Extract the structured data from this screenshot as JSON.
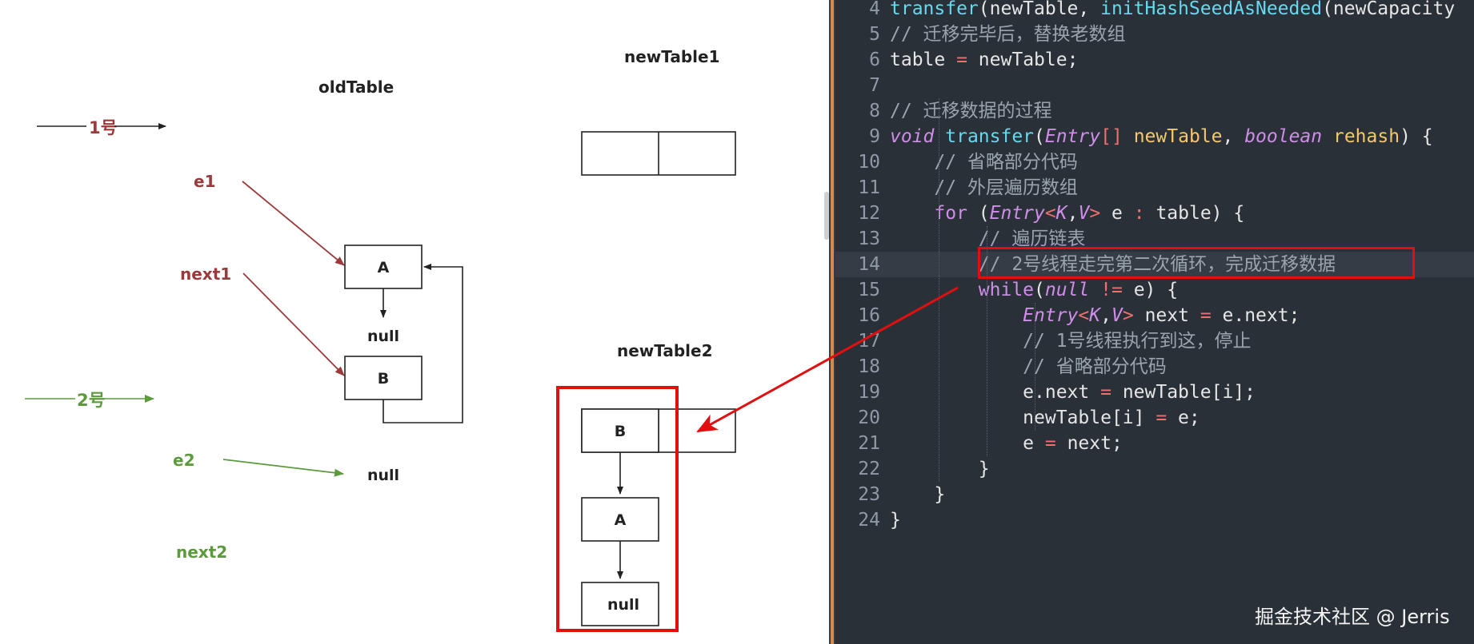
{
  "diagram": {
    "old_table_title": "oldTable",
    "new_table1_title": "newTable1",
    "new_table2_title": "newTable2",
    "thread1_label": "1号",
    "thread2_label": "2号",
    "e1_label": "e1",
    "next1_label": "next1",
    "e2_label": "e2",
    "next2_label": "next2",
    "old_node_a": "A",
    "old_node_null_1": "null",
    "old_node_b": "B",
    "old_null_2": "null",
    "new2_node_b": "B",
    "new2_node_a": "A",
    "new2_node_null": "null",
    "colors": {
      "thread1": "#9b3a3a",
      "thread2": "#5c9a3c",
      "highlight": "#e01010"
    }
  },
  "editor": {
    "active_line": "14",
    "lines": [
      {
        "n": "4",
        "parts": [
          [
            "fn",
            "transfer"
          ],
          [
            "def",
            "(newTable, "
          ],
          [
            "fn",
            "initHashSeedAsNeeded"
          ],
          [
            "def",
            "(newCapacity"
          ]
        ]
      },
      {
        "n": "5",
        "parts": [
          [
            "cm",
            "// 迁移完毕后，替换老数组"
          ]
        ]
      },
      {
        "n": "6",
        "parts": [
          [
            "def",
            "table "
          ],
          [
            "op",
            "="
          ],
          [
            "def",
            " newTable;"
          ]
        ]
      },
      {
        "n": "7",
        "parts": []
      },
      {
        "n": "8",
        "parts": [
          [
            "cm",
            "// 迁移数据的过程"
          ]
        ]
      },
      {
        "n": "9",
        "parts": [
          [
            "kw",
            "void"
          ],
          [
            "def",
            " "
          ],
          [
            "fn",
            "transfer"
          ],
          [
            "def",
            "("
          ],
          [
            "ty",
            "Entry"
          ],
          [
            "op",
            "[]"
          ],
          [
            "def",
            " "
          ],
          [
            "par",
            "newTable"
          ],
          [
            "def",
            ", "
          ],
          [
            "kw",
            "boolean"
          ],
          [
            "def",
            " "
          ],
          [
            "par",
            "rehash"
          ],
          [
            "def",
            ") {"
          ]
        ]
      },
      {
        "n": "10",
        "parts": [
          [
            "def",
            "    "
          ],
          [
            "cm",
            "// 省略部分代码"
          ]
        ]
      },
      {
        "n": "11",
        "parts": [
          [
            "def",
            "    "
          ],
          [
            "cm",
            "// 外层遍历数组"
          ]
        ]
      },
      {
        "n": "12",
        "parts": [
          [
            "def",
            "    "
          ],
          [
            "kwp",
            "for"
          ],
          [
            "def",
            " ("
          ],
          [
            "ty",
            "Entry"
          ],
          [
            "op",
            "<"
          ],
          [
            "ty",
            "K"
          ],
          [
            "def",
            ","
          ],
          [
            "ty",
            "V"
          ],
          [
            "op",
            ">"
          ],
          [
            "def",
            " e "
          ],
          [
            "op",
            ":"
          ],
          [
            "def",
            " table) {"
          ]
        ]
      },
      {
        "n": "13",
        "parts": [
          [
            "def",
            "        "
          ],
          [
            "cm",
            "// 遍历链表"
          ]
        ]
      },
      {
        "n": "14",
        "parts": [
          [
            "def",
            "        "
          ],
          [
            "cm",
            "// 2号线程走完第二次循环，完成迁移数据"
          ]
        ]
      },
      {
        "n": "15",
        "parts": [
          [
            "def",
            "        "
          ],
          [
            "kwp",
            "while"
          ],
          [
            "def",
            "("
          ],
          [
            "kw",
            "null"
          ],
          [
            "def",
            " "
          ],
          [
            "op",
            "!="
          ],
          [
            "def",
            " e) {"
          ]
        ]
      },
      {
        "n": "16",
        "parts": [
          [
            "def",
            "            "
          ],
          [
            "ty",
            "Entry"
          ],
          [
            "op",
            "<"
          ],
          [
            "ty",
            "K"
          ],
          [
            "def",
            ","
          ],
          [
            "ty",
            "V"
          ],
          [
            "op",
            ">"
          ],
          [
            "def",
            " next "
          ],
          [
            "op",
            "="
          ],
          [
            "def",
            " e.next;"
          ]
        ]
      },
      {
        "n": "17",
        "parts": [
          [
            "def",
            "            "
          ],
          [
            "cm",
            "// 1号线程执行到这，停止"
          ]
        ]
      },
      {
        "n": "18",
        "parts": [
          [
            "def",
            "            "
          ],
          [
            "cm",
            "// 省略部分代码"
          ]
        ]
      },
      {
        "n": "19",
        "parts": [
          [
            "def",
            "            e.next "
          ],
          [
            "op",
            "="
          ],
          [
            "def",
            " newTable[i];"
          ]
        ]
      },
      {
        "n": "20",
        "parts": [
          [
            "def",
            "            newTable[i] "
          ],
          [
            "op",
            "="
          ],
          [
            "def",
            " e;"
          ]
        ]
      },
      {
        "n": "21",
        "parts": [
          [
            "def",
            "            e "
          ],
          [
            "op",
            "="
          ],
          [
            "def",
            " next;"
          ]
        ]
      },
      {
        "n": "22",
        "parts": [
          [
            "def",
            "        }"
          ]
        ]
      },
      {
        "n": "23",
        "parts": [
          [
            "def",
            "    }"
          ]
        ]
      },
      {
        "n": "24",
        "parts": [
          [
            "def",
            "}"
          ]
        ]
      }
    ]
  },
  "watermark": "掘金技术社区 @ Jerris"
}
